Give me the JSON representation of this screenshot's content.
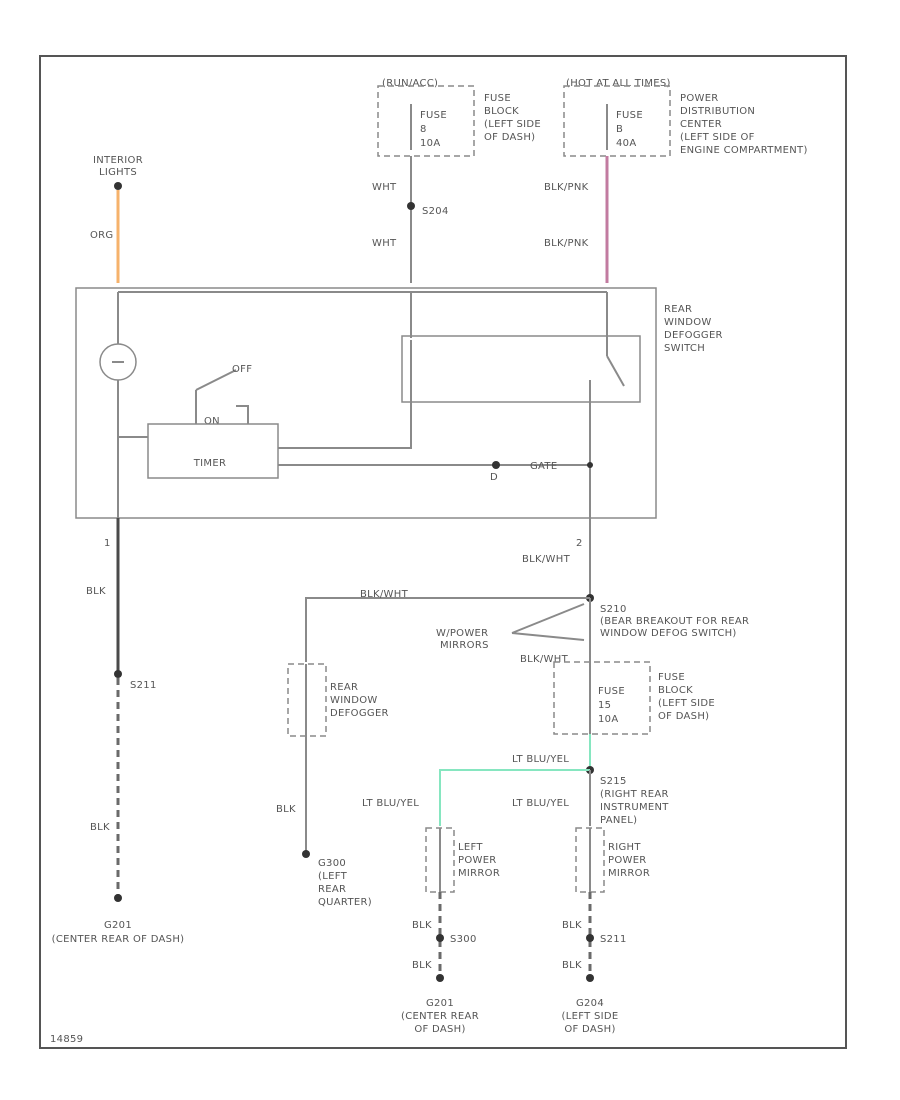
{
  "colors": {
    "org_wire": "#f6b26b",
    "blk_pnk_wire": "#c27ba0",
    "lt_blu_yel_wire": "#86e6c0"
  },
  "labels": {
    "interior_lights": [
      "INTERIOR",
      "LIGHTS"
    ],
    "org": "ORG",
    "run_acc": "(RUN/ACC)",
    "fuse_block_left": [
      "FUSE",
      "BLOCK",
      "(LEFT SIDE",
      "OF DASH)"
    ],
    "fuse8_in_box": [
      "FUSE",
      "8",
      "10A"
    ],
    "hot_at_all_times": "(HOT AT ALL TIMES)",
    "power_dist": [
      "POWER",
      "DISTRIBUTION",
      "CENTER",
      "(LEFT SIDE OF",
      "ENGINE COMPARTMENT)"
    ],
    "fuse_b_box": [
      "FUSE",
      "B",
      "40A"
    ],
    "wht1": "WHT",
    "s204": "S204",
    "wht2": "WHT",
    "blk_pnk1": "BLK/PNK",
    "blk_pnk2": "BLK/PNK",
    "rear_window_switch": [
      "REAR",
      "WINDOW",
      "DEFOGGER",
      "SWITCH"
    ],
    "off": "OFF",
    "on": "ON",
    "timer": "TIMER",
    "d_label": "D",
    "gate_label": "GATE",
    "pin1": "1",
    "pin2": "2",
    "blk1": "BLK",
    "blk_wht1": "BLK/WHT",
    "blk_wht2": "BLK/WHT",
    "s210": [
      "S210",
      "(BEAR BREAKOUT FOR REAR",
      "WINDOW DEFOG SWITCH)"
    ],
    "w_power_mirrors": [
      "W/POWER",
      "MIRRORS"
    ],
    "blk_wht_ylw": "BLK/WHT",
    "fuse_block2": [
      "FUSE",
      "BLOCK",
      "(LEFT SIDE",
      "OF DASH)"
    ],
    "fuse15_box": [
      "FUSE",
      "15",
      "10A"
    ],
    "rear_window_defogger": [
      "REAR",
      "WINDOW",
      "DEFOGGER"
    ],
    "s211": "S211",
    "lt_blu_yel1": "LT BLU/YEL",
    "lt_blu_yel2": "LT BLU/YEL",
    "lt_blu_yel3": "LT BLU/YEL",
    "s215": [
      "S215",
      "(RIGHT REAR",
      "INSTRUMENT",
      "PANEL)"
    ],
    "blk2": "BLK",
    "blk3": "BLK",
    "g300": [
      "G300",
      "(LEFT",
      "REAR",
      "QUARTER)"
    ],
    "left_power_mirror": [
      "LEFT",
      "POWER",
      "MIRROR"
    ],
    "right_power_mirror": [
      "RIGHT",
      "POWER",
      "MIRROR"
    ],
    "blk4": "BLK",
    "blk5": "BLK",
    "s300": "S300",
    "s211b": "S211",
    "blk6": "BLK",
    "blk7": "BLK",
    "g201_left": [
      "G201",
      "(CENTER REAR OF DASH)"
    ],
    "g201_mid": [
      "G201",
      "(CENTER REAR",
      "OF DASH)"
    ],
    "g204": [
      "G204",
      "(LEFT SIDE",
      "OF DASH)"
    ],
    "footer_code": "14859"
  }
}
